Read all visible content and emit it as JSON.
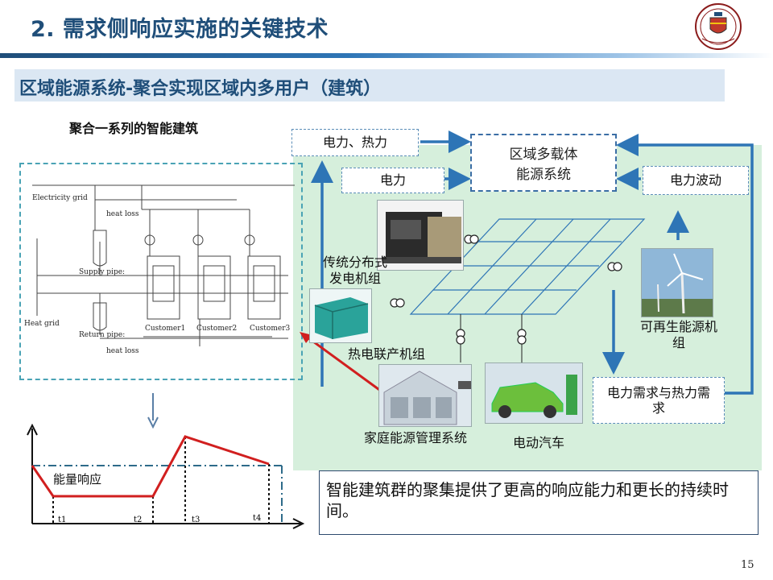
{
  "header": {
    "title": "2. 需求侧响应实施的关键技术",
    "section": "区域能源系统-聚合实现区域内多用户（建筑）",
    "page_number": "15"
  },
  "left": {
    "subtitle": "聚合一系列的智能建筑",
    "schematic_labels": {
      "grid": "Electricity grid",
      "heat_loss_top": "heat loss",
      "supply_pipe": "Supply pipe:",
      "return_pipe": "Return pipe:",
      "heat_grid": "Heat grid",
      "heat_loss_bottom": "heat loss",
      "customers": [
        "Customer1",
        "Customer2",
        "Customer3"
      ]
    },
    "response_chart": {
      "label": "能量响应",
      "ticks": [
        "t1",
        "t2",
        "t3",
        "t4"
      ]
    }
  },
  "right": {
    "regional_system": [
      "区域多载体",
      "能源系统"
    ],
    "boxes": {
      "power_heat": "电力、热力",
      "power": "电力",
      "power_fluctuation": "电力波动",
      "demand": "电力需求与热力需求"
    },
    "labels": {
      "traditional": "传统分布式发电机组",
      "chp": "热电联产机组",
      "renewable": "可再生能源机组",
      "home_ems": "家庭能源管理系统",
      "ev": "电动汽车"
    }
  },
  "note": "智能建筑群的聚集提供了更高的响应能力和更长的持续时间。",
  "colors": {
    "title": "#1f4e79",
    "accent_blue": "#2e75b6",
    "green_panel": "#d6efdc",
    "red_line": "#d11f1f"
  }
}
